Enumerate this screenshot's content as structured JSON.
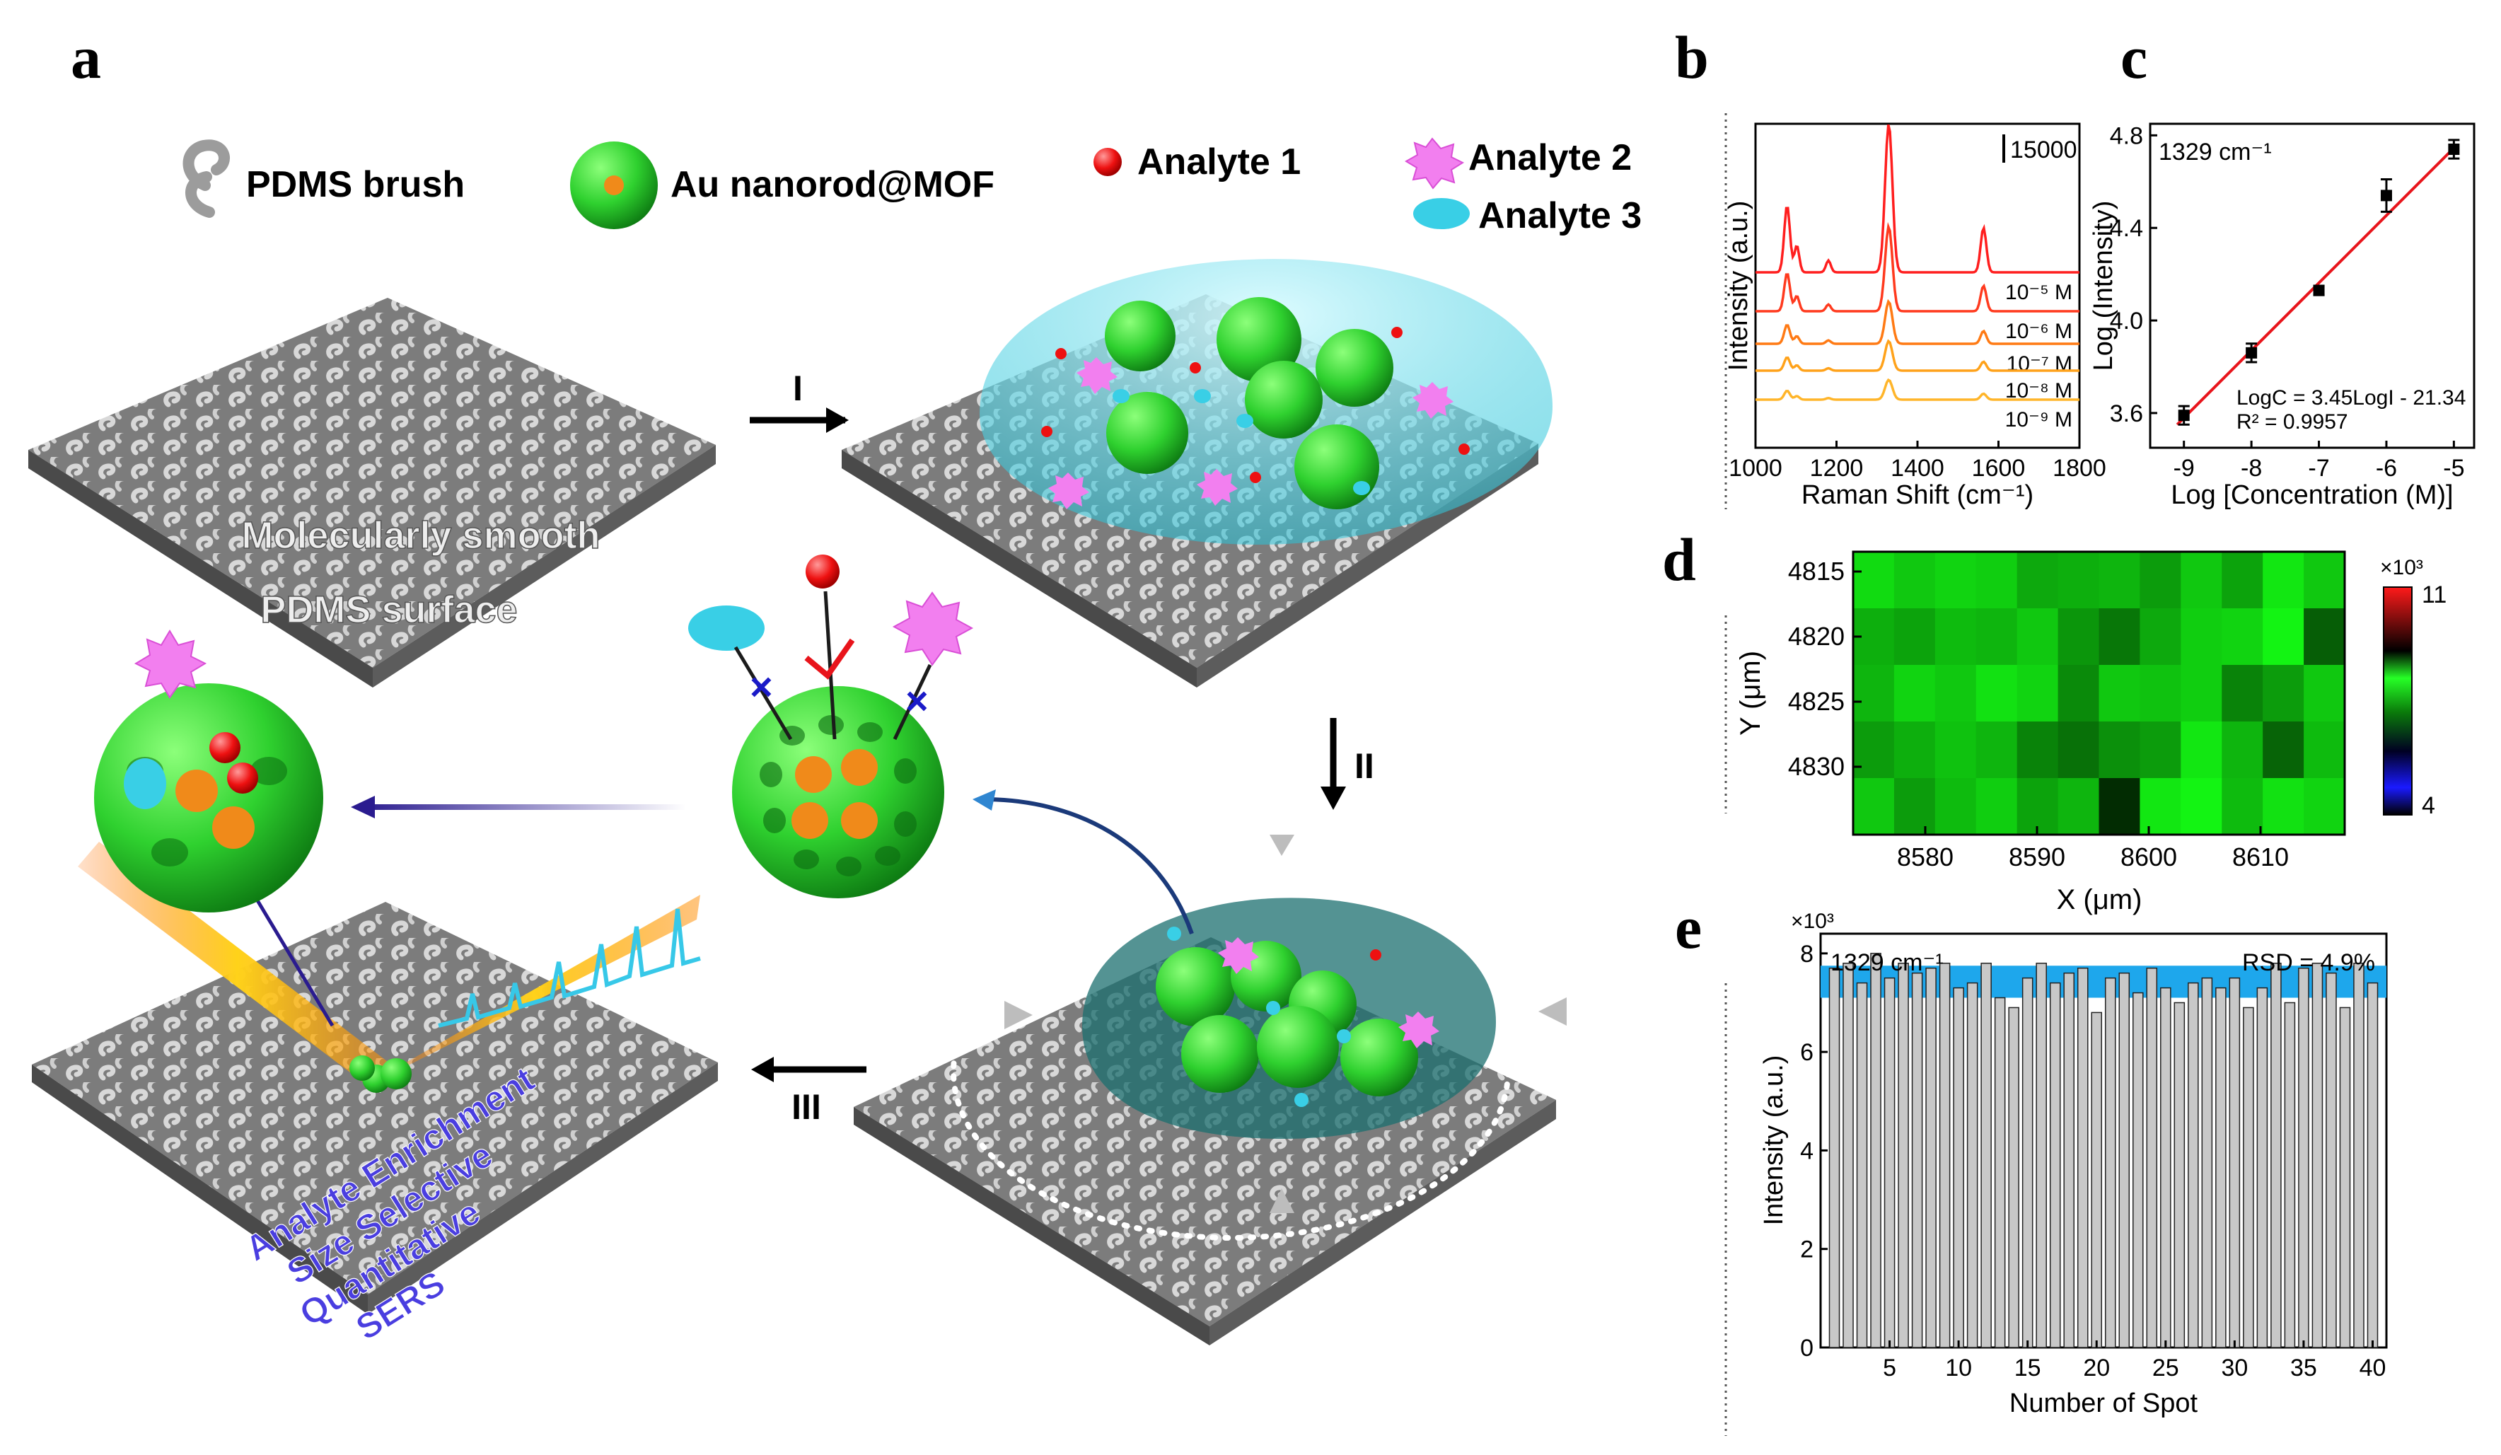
{
  "panels": {
    "a": "a",
    "b": "b",
    "c": "c",
    "d": "d",
    "e": "e"
  },
  "legend_a": [
    {
      "label": "PDMS brush"
    },
    {
      "label": "Au nanorod@MOF"
    },
    {
      "label": "Analyte 1"
    },
    {
      "label": "Analyte 2"
    },
    {
      "label": "Analyte 3"
    }
  ],
  "schematic": {
    "surface_line1": "Molecularly smooth",
    "surface_line2": "PDMS surface",
    "step1": "I",
    "step2": "II",
    "step3": "III",
    "caption": [
      "Analyte Enrichment",
      "Size Selective",
      "Quantitative",
      "SERS"
    ]
  },
  "colors": {
    "mof": "#2fd12f",
    "analyte1": "#ee1111",
    "analyte2": "#f27fef",
    "analyte3": "#39cfe6",
    "pdms": "#9a9a9a",
    "fit": "#e8141b",
    "band": "#1ea7ec"
  },
  "chart_data": [
    {
      "panel": "b",
      "type": "line",
      "xlabel": "Raman Shift (cm⁻¹)",
      "ylabel": "Intensity (a.u.)",
      "xlim": [
        1000,
        1800
      ],
      "x_ticks": [
        1000,
        1200,
        1400,
        1600,
        1800
      ],
      "scalebar": "15000",
      "peaks_cm": [
        1078,
        1102,
        1180,
        1329,
        1563
      ],
      "series": [
        {
          "name": "10⁻⁵ M",
          "color": "#ff1e1e",
          "rel_intensity": 1.0
        },
        {
          "name": "10⁻⁶ M",
          "color": "#ff3a1e",
          "rel_intensity": 0.55
        },
        {
          "name": "10⁻⁷ M",
          "color": "#ff7a14",
          "rel_intensity": 0.28
        },
        {
          "name": "10⁻⁸ M",
          "color": "#ffa21a",
          "rel_intensity": 0.18
        },
        {
          "name": "10⁻⁹ M",
          "color": "#ffb52a",
          "rel_intensity": 0.1
        }
      ]
    },
    {
      "panel": "c",
      "type": "scatter",
      "annotation": "1329 cm⁻¹",
      "xlabel": "Log [Concentration (M)]",
      "ylabel": "Log (Intensity)",
      "xlim": [
        -9.5,
        -4.7
      ],
      "ylim": [
        3.45,
        4.85
      ],
      "x_ticks": [
        -9,
        -8,
        -7,
        -6,
        -5
      ],
      "y_ticks": [
        3.6,
        4.0,
        4.4,
        4.8
      ],
      "points": [
        {
          "x": -9,
          "y": 3.59,
          "err": 0.04
        },
        {
          "x": -8,
          "y": 3.86,
          "err": 0.04
        },
        {
          "x": -7,
          "y": 4.13,
          "err": 0.02
        },
        {
          "x": -6,
          "y": 4.54,
          "err": 0.07
        },
        {
          "x": -5,
          "y": 4.74,
          "err": 0.04
        }
      ],
      "fit": {
        "x": [
          -9.1,
          -4.95
        ],
        "y": [
          3.55,
          4.76
        ]
      },
      "equation": "LogC = 3.45LogI - 21.34",
      "r2": "R² = 0.9957"
    },
    {
      "panel": "d",
      "type": "heatmap",
      "xlabel": "X (μm)",
      "ylabel": "Y (μm)",
      "x_ticks": [
        8580,
        8590,
        8600,
        8610
      ],
      "y_ticks": [
        4815,
        4820,
        4825,
        4830
      ],
      "colorbar_max": "11",
      "colorbar_min": "4",
      "colorbar_unit": "×10³",
      "values": [
        [
          7.6,
          7.3,
          7.5,
          7.4,
          6.8,
          6.9,
          7.0,
          6.6,
          7.3,
          6.7,
          7.8,
          7.3
        ],
        [
          6.9,
          6.7,
          7.1,
          7.0,
          7.3,
          6.5,
          6.0,
          6.8,
          7.4,
          7.5,
          8.0,
          5.6
        ],
        [
          7.0,
          7.5,
          7.3,
          7.7,
          7.5,
          6.3,
          7.3,
          7.2,
          7.4,
          6.2,
          6.6,
          7.3
        ],
        [
          6.6,
          6.9,
          7.2,
          7.0,
          6.2,
          5.9,
          6.4,
          6.6,
          7.8,
          7.0,
          5.7,
          7.1
        ],
        [
          7.3,
          6.6,
          7.1,
          7.4,
          6.7,
          7.0,
          4.8,
          7.8,
          8.0,
          7.1,
          7.7,
          7.5
        ]
      ]
    },
    {
      "panel": "e",
      "type": "bar",
      "annotation": "1329 cm⁻¹",
      "rsd": "RSD = 4.9%",
      "xlabel": "Number of Spot",
      "ylabel": "Intensity (a.u.)",
      "yunit": "×10³",
      "xlim": [
        0,
        41
      ],
      "ylim": [
        0,
        8.4
      ],
      "x_ticks": [
        5,
        10,
        15,
        20,
        25,
        30,
        35,
        40
      ],
      "y_ticks": [
        0,
        2,
        4,
        6,
        8
      ],
      "band": [
        7.1,
        7.75
      ],
      "values": [
        7.7,
        7.8,
        7.4,
        8.0,
        7.5,
        7.8,
        7.6,
        7.7,
        7.8,
        7.3,
        7.4,
        7.8,
        7.1,
        6.9,
        7.5,
        7.8,
        7.4,
        7.6,
        7.7,
        6.8,
        7.5,
        7.6,
        7.2,
        7.7,
        7.3,
        7.0,
        7.4,
        7.5,
        7.3,
        7.5,
        6.9,
        7.3,
        7.8,
        7.0,
        7.7,
        7.8,
        7.6,
        6.9,
        7.8,
        7.4
      ]
    }
  ]
}
